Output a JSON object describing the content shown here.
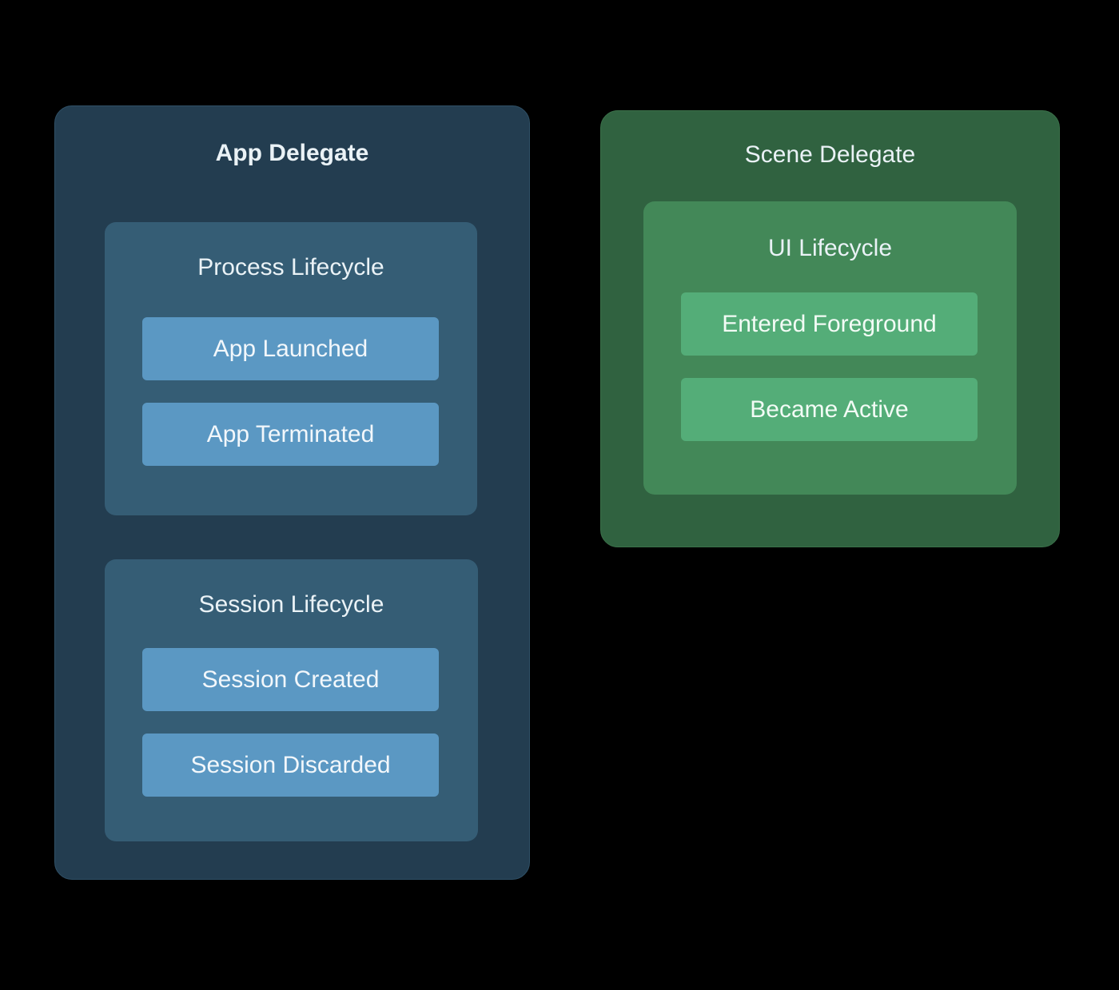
{
  "app_delegate": {
    "title": "App Delegate",
    "groups": [
      {
        "title": "Process Lifecycle",
        "items": [
          "App Launched",
          "App Terminated"
        ]
      },
      {
        "title": "Session Lifecycle",
        "items": [
          "Session Created",
          "Session Discarded"
        ]
      }
    ]
  },
  "scene_delegate": {
    "title": "Scene Delegate",
    "groups": [
      {
        "title": "UI Lifecycle",
        "items": [
          "Entered Foreground",
          "Became Active"
        ]
      }
    ]
  },
  "colors": {
    "background": "#000000",
    "app_panel": "#233d50",
    "app_group": "#355d75",
    "app_item": "#5b98c3",
    "scene_panel": "#306240",
    "scene_group": "#438858",
    "scene_item": "#54ad78"
  }
}
